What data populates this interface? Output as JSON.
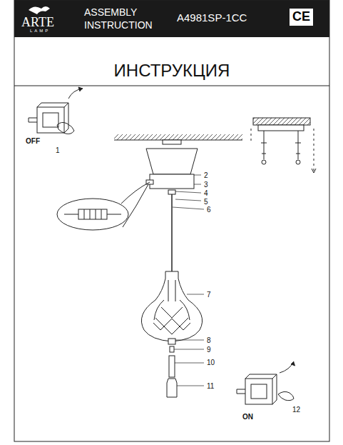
{
  "diagram": {
    "title": "ИНСТРУКЦИЯ",
    "labels": [
      "ARTE",
      "LAMP",
      "ASSEMBLY INSTRUCTION",
      "A4981SP-1CC",
      "CE",
      "OFF",
      "1",
      "2",
      "3",
      "4",
      "5",
      "6",
      "7",
      "8",
      "9",
      "10",
      "11",
      "12",
      "ON"
    ]
  }
}
